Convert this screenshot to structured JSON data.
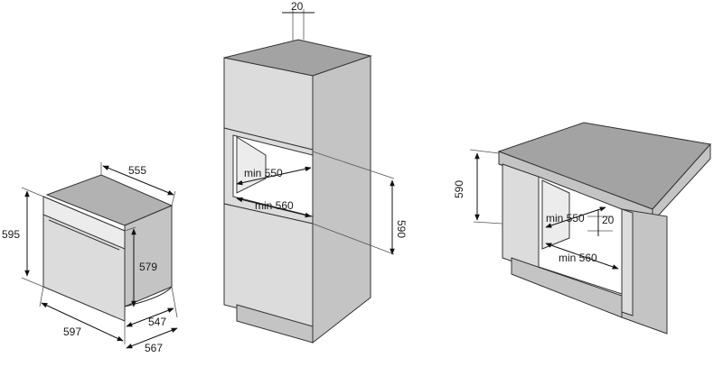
{
  "oven": {
    "width": "597",
    "height": "595",
    "depth_body": "555",
    "depth_front": "547",
    "depth_total": "567",
    "inner_height": "579"
  },
  "tall_cabinet": {
    "gap_top": "20",
    "niche_width": "min 560",
    "niche_depth": "min 550",
    "niche_height": "590"
  },
  "under_counter": {
    "niche_height": "590",
    "niche_width": "min 560",
    "niche_depth": "min 550",
    "vent_gap": "20"
  }
}
